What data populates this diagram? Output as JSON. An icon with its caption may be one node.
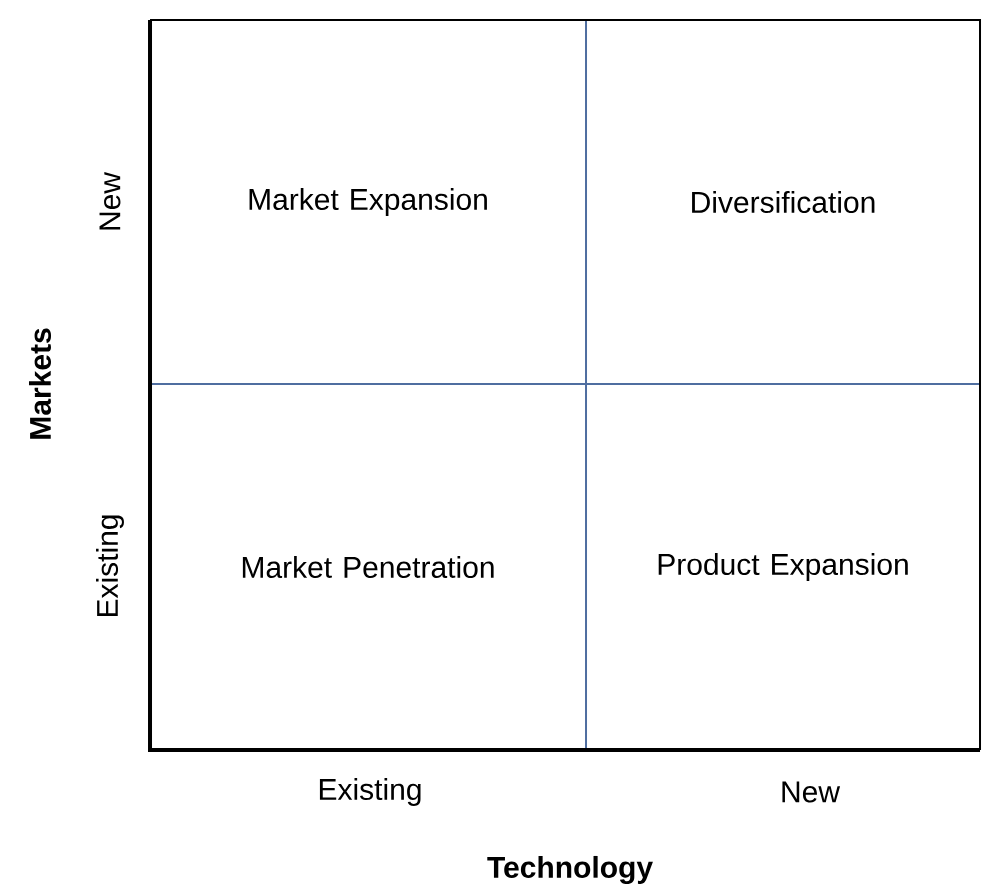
{
  "diagram": {
    "nodes": [
      {
        "text": [
          "Market Expansion"
        ]
      },
      {
        "text": [
          "Diversification"
        ]
      },
      {
        "text": [
          "Market Penetration"
        ]
      },
      {
        "text": [
          "Product Expansion"
        ]
      }
    ],
    "labels": [
      "New",
      "Existing",
      "Markets",
      "Existing",
      "New",
      "Technology"
    ]
  }
}
